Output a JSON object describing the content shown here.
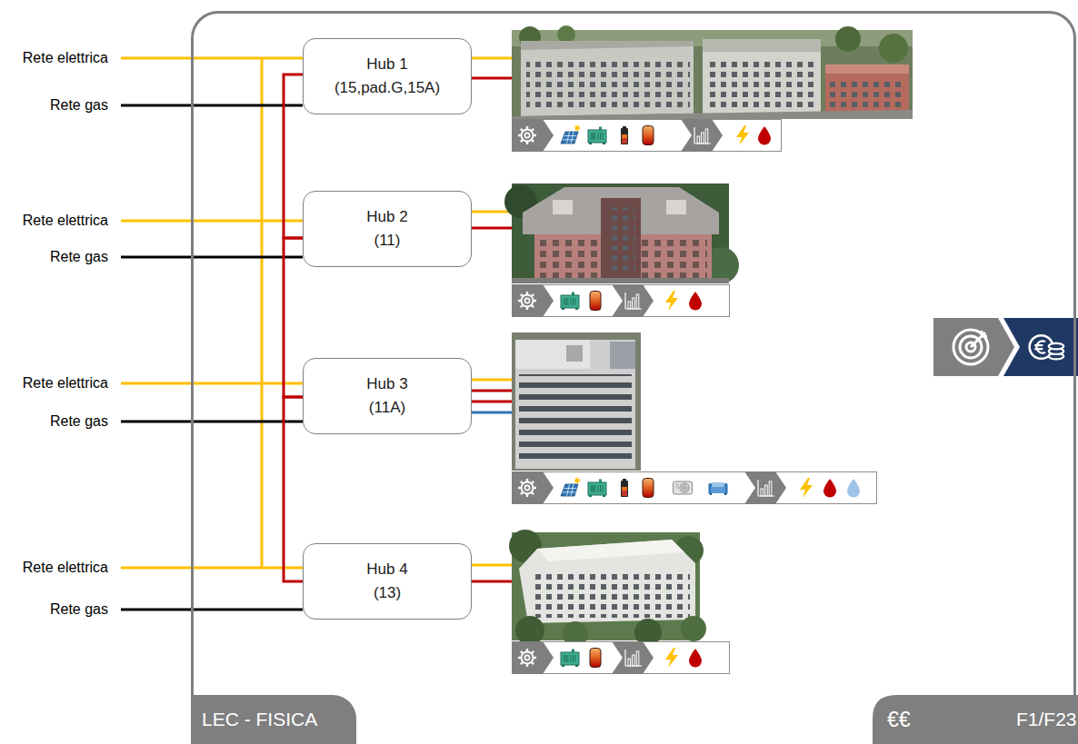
{
  "diagram": {
    "nodes": [
      {
        "text": [
          "LEC - FISICA"
        ]
      },
      {
        "text": [
          "Hub 1",
          "(15,pad.G,15A)"
        ],
        "in": 0
      },
      {
        "text": [
          "Hub 2",
          "(11)"
        ],
        "in": 0
      },
      {
        "text": [
          "Hub 3",
          "(11A)"
        ],
        "in": 0
      },
      {
        "text": [
          "Hub 4",
          "(13)"
        ],
        "in": 0
      }
    ],
    "edges": [
      {
        "from": 1,
        "to": 2,
        "arrow": "none"
      },
      {
        "from": 2,
        "to": 3,
        "arrow": "none"
      },
      {
        "from": 3,
        "to": 4,
        "arrow": "none"
      }
    ],
    "labels": [
      "Rete elettrica",
      "Rete gas",
      "Rete elettrica",
      "Rete gas",
      "Rete elettrica",
      "Rete gas",
      "Rete elettrica",
      "Rete gas",
      "€€",
      "F1/F23"
    ]
  }
}
